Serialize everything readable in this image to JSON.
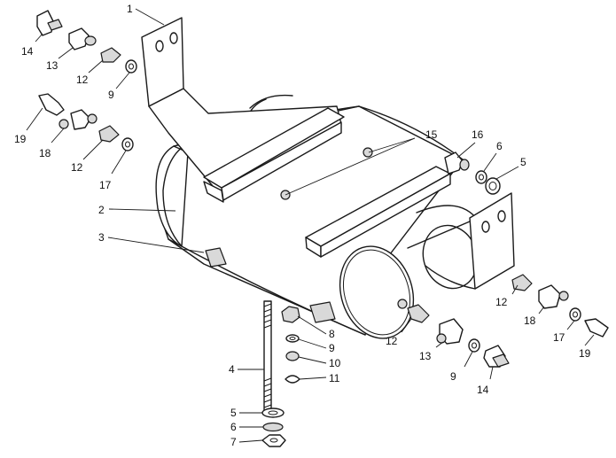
{
  "labels": {
    "n1": "1",
    "n2": "2",
    "n3": "3",
    "n4": "4",
    "n5a": "5",
    "n5b": "5",
    "n6a": "6",
    "n6b": "6",
    "n7": "7",
    "n8": "8",
    "n9a": "9",
    "n9b": "9",
    "n9c": "9",
    "n10": "10",
    "n11": "11",
    "n12a": "12",
    "n12b": "12",
    "n12c": "12",
    "n12d": "12",
    "n13a": "13",
    "n13b": "13",
    "n14a": "14",
    "n14b": "14",
    "n15": "15",
    "n16": "16",
    "n17a": "17",
    "n17b": "17",
    "n18a": "18",
    "n18b": "18",
    "n19a": "19",
    "n19b": "19"
  },
  "colors": {
    "ink": "#1a1a1a",
    "paper": "#ffffff",
    "shade": "#d9d9d9"
  }
}
